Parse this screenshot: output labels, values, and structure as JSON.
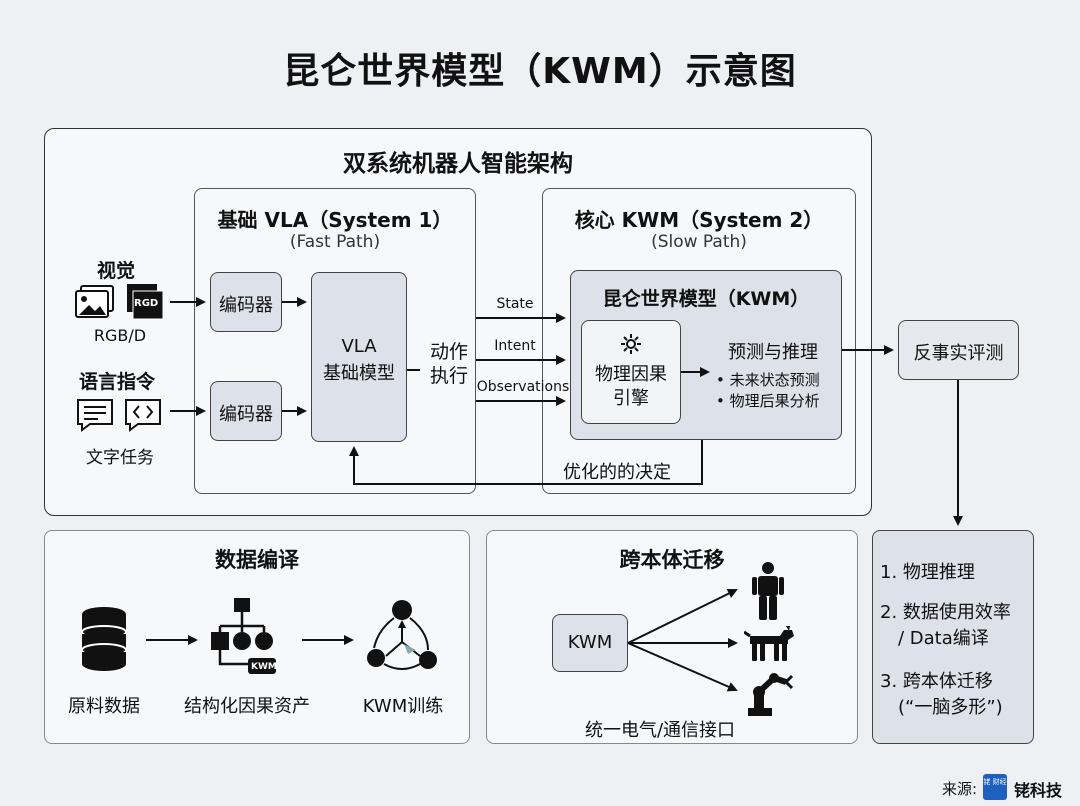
{
  "title": "昆仑世界模型（KWM）示意图",
  "architecture": {
    "title": "双系统机器人智能架构",
    "inputs": {
      "vision": {
        "heading": "视觉",
        "caption": "RGB/D",
        "badge": "RGD"
      },
      "language": {
        "heading": "语言指令",
        "caption": "文字任务"
      }
    },
    "system1": {
      "title": "基础 VLA（System 1）",
      "subtitle": "(Fast Path)",
      "encoder_top": "编码器",
      "encoder_bottom": "编码器",
      "vla_line1": "VLA",
      "vla_line2": "基础模型",
      "action_line1": "动作",
      "action_line2": "执行"
    },
    "signals": [
      "State",
      "Intent",
      "Observations"
    ],
    "system2": {
      "title": "核心 KWM（System 2）",
      "subtitle": "(Slow Path)",
      "kwm_title": "昆仑世界模型（KWM）",
      "engine_line1": "物理因果",
      "engine_line2": "引擎",
      "predict_title": "预测与推理",
      "bullets": [
        "• 未来状态预测",
        "• 物理后果分析"
      ]
    },
    "feedback": "优化的的决定"
  },
  "counterfactual": "反事实评测",
  "data_compile": {
    "title": "数据编译",
    "steps": [
      "原料数据",
      "结构化因果资产",
      "KWM训练"
    ],
    "asset_badge": "KWM"
  },
  "transfer": {
    "title": "跨本体迁移",
    "hub": "KWM",
    "caption": "统一电气/通信接口"
  },
  "benefits": [
    "1. 物理推理",
    "2. 数据使用效率",
    "/ Data编译",
    "3. 跨本体迁移",
    "(“一脑多形”)"
  ],
  "source": {
    "label": "来源:",
    "logo_text": "铑 财经",
    "brand": "铑科技"
  },
  "colors": {
    "accent_box": "#dde1ea",
    "background": "#eef0f4",
    "logo": "#1f5fbf"
  }
}
